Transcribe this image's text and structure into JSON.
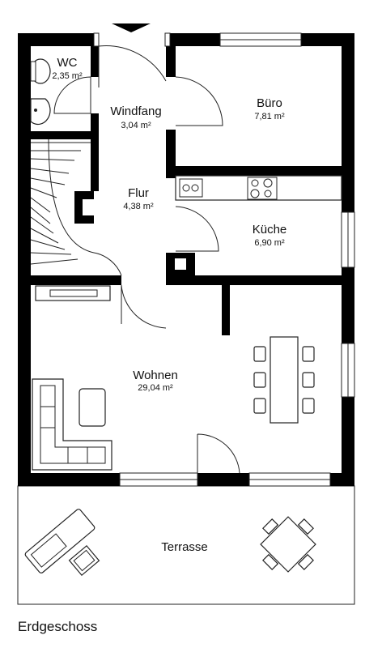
{
  "plan": {
    "caption": "Erdgeschoss",
    "rooms": [
      {
        "id": "wc",
        "name": "WC",
        "area": "2,35 m²"
      },
      {
        "id": "windfang",
        "name": "Windfang",
        "area": "3,04 m²"
      },
      {
        "id": "buero",
        "name": "Büro",
        "area": "7,81 m²"
      },
      {
        "id": "flur",
        "name": "Flur",
        "area": "4,38 m²"
      },
      {
        "id": "kueche",
        "name": "Küche",
        "area": "6,90 m²"
      },
      {
        "id": "wohnen",
        "name": "Wohnen",
        "area": "29,04 m²"
      },
      {
        "id": "terrasse",
        "name": "Terrasse",
        "area": ""
      }
    ]
  }
}
